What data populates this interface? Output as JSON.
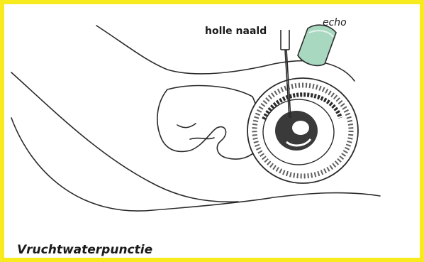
{
  "labels": {
    "needle": "holle naald",
    "probe": "echo",
    "title": "Vruchtwaterpunctie"
  },
  "colors": {
    "border": "#f7ea1d",
    "line": "#2a2a2a",
    "probe_fill": "#a8d8c0",
    "background": "#ffffff"
  }
}
